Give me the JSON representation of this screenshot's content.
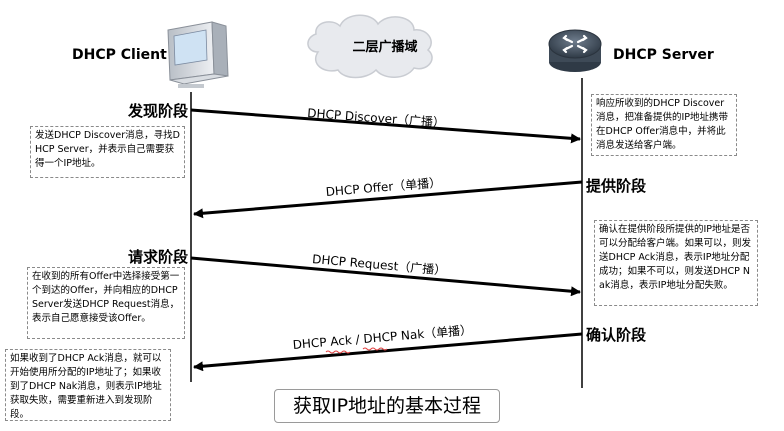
{
  "entities": {
    "client": "DHCP Client",
    "server": "DHCP Server",
    "domain": "二层广播域"
  },
  "phases": {
    "discover": "发现阶段",
    "offer": "提供阶段",
    "request": "请求阶段",
    "ack": "确认阶段"
  },
  "messages": {
    "discover": "DHCP Discover（广播）",
    "offer": "DHCP Offer（单播）",
    "request": "DHCP Request（广播）",
    "ack": "DHCP Ack / DHCP Nak（单播）"
  },
  "notes": {
    "client_discover": "发送DHCP Discover消息，寻找DHCP Server，并表示自己需要获得一个IP地址。",
    "server_offer": "响应所收到的DHCP Discover消息，把准备提供的IP地址携带在DHCP Offer消息中，并将此消息发送给客户端。",
    "client_request": "在收到的所有Offer中选择接受第一个到达的Offer，并向相应的DHCP Server发送DHCP Request消息，表示自己愿意接受该Offer。",
    "server_ack": "确认在提供阶段所提供的IP地址是否可以分配给客户端。如果可以，则发送DHCP Ack消息，表示IP地址分配成功；如果不可以，则发送DHCP Nak消息，表示IP地址分配失败。",
    "client_result": "如果收到了DHCP Ack消息，就可以开始使用所分配的IP地址了；如果收到了DHCP Nak消息，则表示IP地址获取失败，需要重新进入到发现阶段。"
  },
  "caption": "获取IP地址的基本过程",
  "icons": {
    "client": "desktop-computer-icon",
    "server": "router-icon",
    "domain": "cloud-icon"
  },
  "colors": {
    "line": "#000000",
    "note_border": "#8a8a8a",
    "router": "#4a5868",
    "cloud": "#e8eaee"
  }
}
